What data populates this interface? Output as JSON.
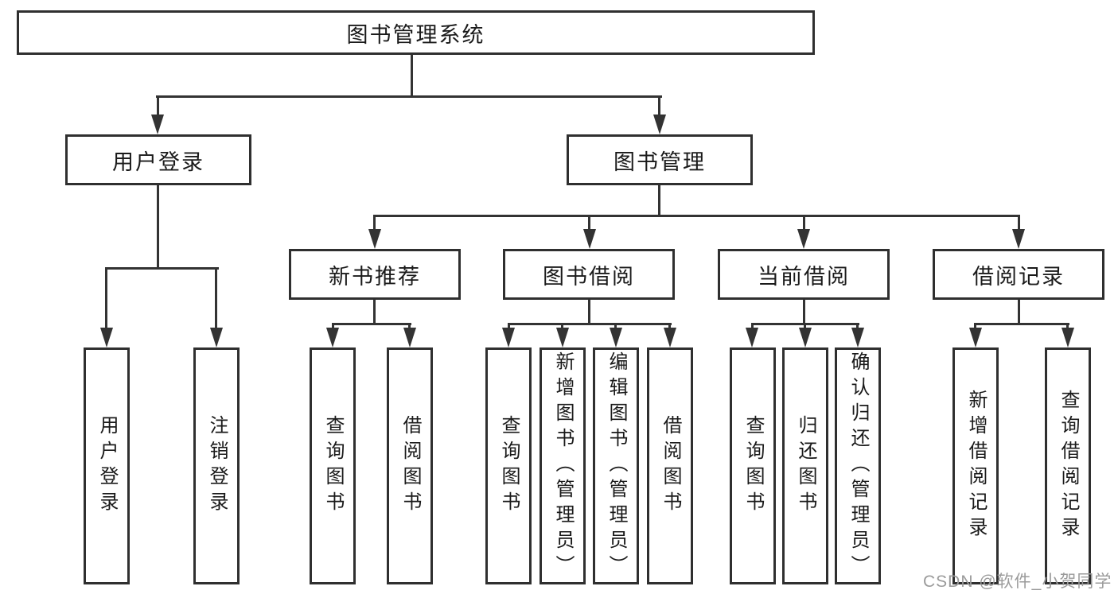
{
  "diagram": {
    "root": {
      "label": "图书管理系统"
    },
    "level2": [
      {
        "label": "用户登录"
      },
      {
        "label": "图书管理"
      }
    ],
    "level3": [
      {
        "label": "新书推荐"
      },
      {
        "label": "图书借阅"
      },
      {
        "label": "当前借阅"
      },
      {
        "label": "借阅记录"
      }
    ],
    "leaves": {
      "user_login": [
        {
          "label": "用户登录"
        },
        {
          "label": "注销登录"
        }
      ],
      "new_book_recommend": [
        {
          "label": "查询图书"
        },
        {
          "label": "借阅图书"
        }
      ],
      "book_borrow": [
        {
          "label": "查询图书"
        },
        {
          "label": "新增图书（管理员）"
        },
        {
          "label": "编辑图书（管理员）"
        },
        {
          "label": "借阅图书"
        }
      ],
      "current_borrow": [
        {
          "label": "查询图书"
        },
        {
          "label": "归还图书"
        },
        {
          "label": "确认归还（管理员）"
        }
      ],
      "borrow_record": [
        {
          "label": "新增借阅记录"
        },
        {
          "label": "查询借阅记录"
        }
      ]
    },
    "watermark": "CSDN @软件_小贺同学",
    "colors": {
      "line": "#333333",
      "box_border": "#2f2f2f",
      "text": "#1a1a1a",
      "watermark": "#9b9b9b",
      "background": "#ffffff"
    }
  }
}
